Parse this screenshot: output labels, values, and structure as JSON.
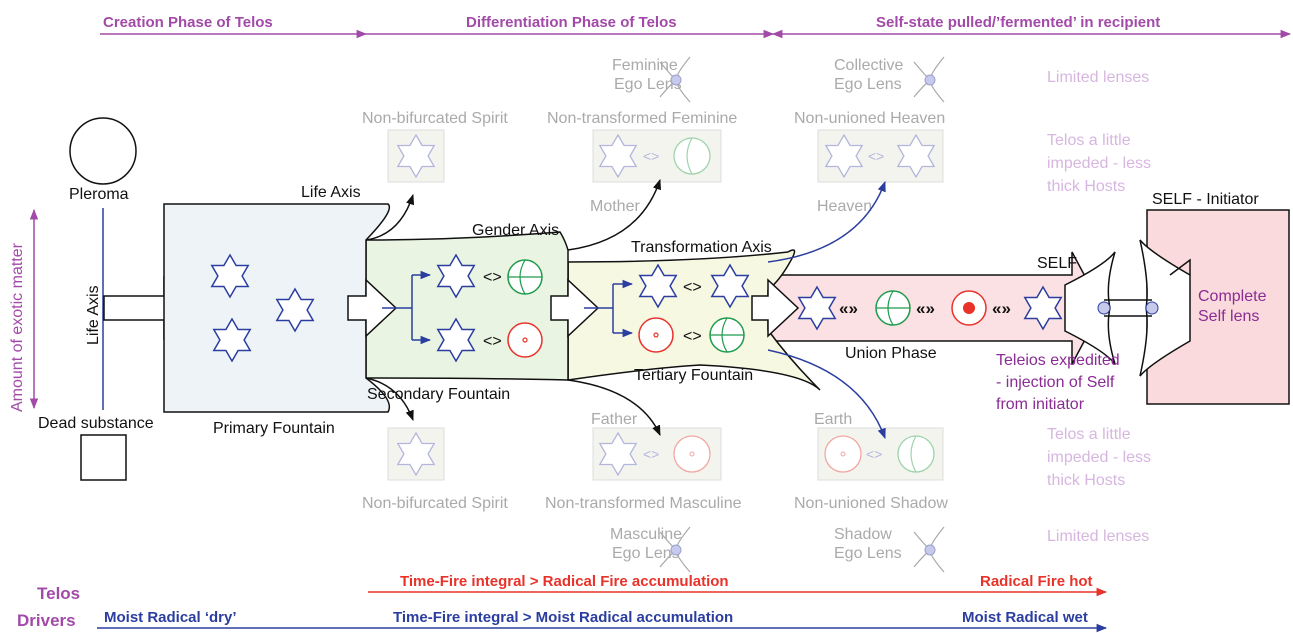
{
  "phases": {
    "creation": "Creation Phase of Telos",
    "differentiation": "Differentiation Phase of Telos",
    "self_state": "Self-state pulled/’fermented’ in recipient"
  },
  "left": {
    "pleroma": "Pleroma",
    "life_axis": "Life Axis",
    "dead_substance": "Dead substance",
    "exotic_matter": "Amount of exotic matter"
  },
  "axes": {
    "life_axis": "Life Axis",
    "primary_fountain": "Primary Fountain",
    "gender_axis": "Gender Axis",
    "secondary_fountain": "Secondary Fountain",
    "transformation_axis": "Transformation Axis",
    "tertiary_fountain": "Tertiary Fountain",
    "union_phase": "Union Phase",
    "self": "SELF",
    "self_initiator": "SELF - Initiator",
    "complete_self_lens_1": "Complete",
    "complete_self_lens_2": "Self lens"
  },
  "symbols": {
    "compare": "<>",
    "union_link": "«»"
  },
  "upper_boxes": {
    "spirit_title": "Non-bifurcated Spirit",
    "feminine_title": "Non-transformed Feminine",
    "feminine_lens_1": "Feminine",
    "feminine_lens_2": "Ego Lens",
    "mother": "Mother",
    "heaven_title": "Non-unioned Heaven",
    "collective_lens_1": "Collective",
    "collective_lens_2": "Ego Lens",
    "heaven": "Heaven"
  },
  "lower_boxes": {
    "spirit_title": "Non-bifurcated Spirit",
    "masculine_title": "Non-transformed Masculine",
    "masculine_lens_1": "Masculine",
    "masculine_lens_2": "Ego Lens",
    "father": "Father",
    "shadow_title": "Non-unioned Shadow",
    "shadow_lens_1": "Shadow",
    "shadow_lens_2": "Ego Lens",
    "earth": "Earth"
  },
  "right_notes": {
    "limited_top": "Limited lenses",
    "impeded_top_1": "Telos a little",
    "impeded_top_2": "impeded - less",
    "impeded_top_3": "thick Hosts",
    "teleios_1": "Teleios expedited",
    "teleios_2": "- injection of Self",
    "teleios_3": "from initiator",
    "impeded_bottom_1": "Telos a little",
    "impeded_bottom_2": "impeded - less",
    "impeded_bottom_3": "thick Hosts",
    "limited_bottom": "Limited lenses"
  },
  "drivers": {
    "telos": "Telos",
    "drivers": "Drivers",
    "moist_dry": "Moist Radical ‘dry’",
    "fire_integral": "Time-Fire integral > Radical Fire accumulation",
    "fire_hot": "Radical Fire hot",
    "moist_integral": "Time-Fire integral > Moist Radical accumulation",
    "moist_wet": "Moist Radical wet"
  },
  "colors": {
    "phase": "#a24aa8",
    "purple_text": "#8a2c94",
    "light_pink_text": "#d7b6e0",
    "fire": "#e8322a",
    "moist": "#2b3ea0",
    "star": "#2b3ea0",
    "green_circle": "#1f9b4c",
    "red_circle": "#e8322a",
    "primary_fill": "#eef3f8",
    "secondary_fill": "#eaf4e2",
    "tertiary_fill": "#f7f8e2",
    "union_fill": "#fbe1e3",
    "initiator_fill": "#fadadd",
    "ghost_box": "#f4f4ef"
  }
}
